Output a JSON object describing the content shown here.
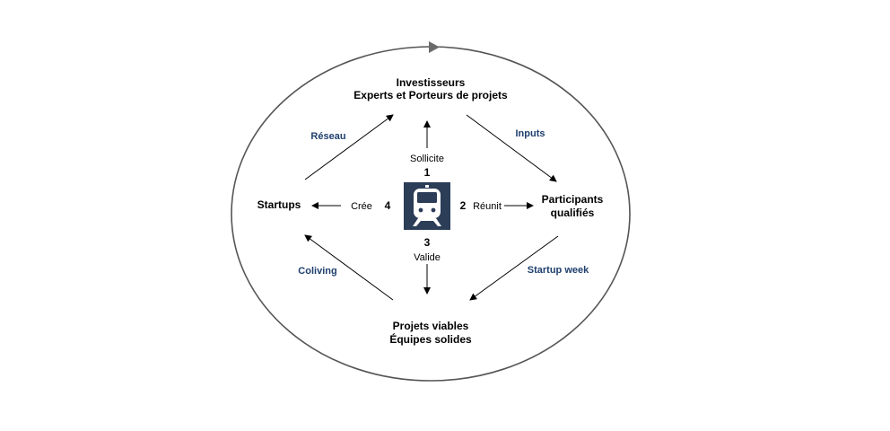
{
  "nodes": {
    "top_line1": "Investisseurs",
    "top_line2": "Experts et Porteurs de projets",
    "right_line1": "Participants",
    "right_line2": "qualifiés",
    "bottom_line1": "Projets viables",
    "bottom_line2": "Équipes solides",
    "left": "Startups"
  },
  "edges": {
    "top_left": "Réseau",
    "top_right": "Inputs",
    "bottom_right": "Startup week",
    "bottom_left": "Coliving"
  },
  "center": {
    "icon": "train-icon",
    "icon_color": "#2b3d57",
    "steps": [
      {
        "number": "1",
        "label": "Sollicite"
      },
      {
        "number": "2",
        "label": "Réunit"
      },
      {
        "number": "3",
        "label": "Valide"
      },
      {
        "number": "4",
        "label": "Crée"
      }
    ]
  },
  "colors": {
    "edge_label": "#1f3f6e",
    "cycle_arrow": "#6b6b6b"
  }
}
